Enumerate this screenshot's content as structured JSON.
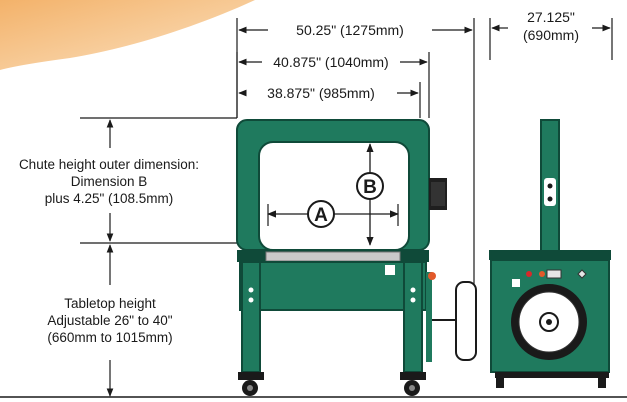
{
  "dimensions": {
    "overall_width": "50.25\" (1275mm)",
    "table_width": "40.875\" (1040mm)",
    "chute_width": "38.875\" (985mm)",
    "depth_line1": "27.125\"",
    "depth_line2": "(690mm)"
  },
  "left_labels": {
    "chute_line1": "Chute height outer dimension:",
    "chute_line2": "Dimension B",
    "chute_line3": "plus 4.25\" (108.5mm)",
    "table_line1": "Tabletop height",
    "table_line2": "Adjustable 26\" to 40\"",
    "table_line3": "(660mm to 1015mm)"
  },
  "markers": {
    "a": "A",
    "b": "B"
  },
  "colors": {
    "machine_green": "#1f7a5e",
    "machine_dark": "#0f4a39",
    "tabletop_gray": "#c9c9c9",
    "accent_peach": "#f6c68e"
  }
}
